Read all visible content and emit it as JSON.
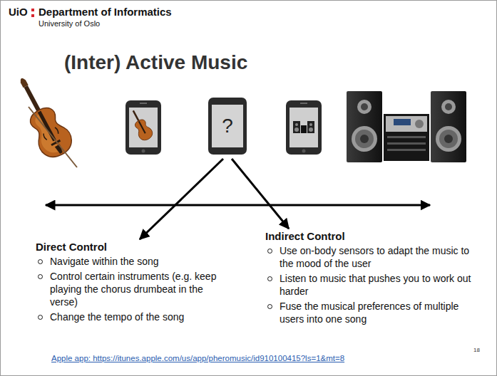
{
  "diagram": {
    "title": "(Inter) Active Music",
    "nodes": [
      {
        "text": [
          "?"
        ]
      },
      {
        "text": [
          "Direct Control",
          "Navigate within the song",
          "Control certain instruments (e.g. keep playing the chorus drumbeat in the verse)",
          "Change the tempo of the song"
        ]
      },
      {
        "text": [
          "Indirect Control",
          "Use on-body sensors to adapt the music to the mood of the user",
          "Listen to music that pushes you to work out harder",
          "Fuse the musical preferences of multiple users into one song"
        ]
      }
    ],
    "edges": [
      {
        "from": 0,
        "to": 1,
        "arrow": "to"
      },
      {
        "from": 0,
        "to": 2,
        "arrow": "to"
      }
    ],
    "labels": [
      "UiO",
      "Department of Informatics",
      "University of Oslo",
      "Apple app: https://itunes.apple.com/us/app/pheromusic/id910100415?ls=1&mt=8",
      "18"
    ]
  }
}
